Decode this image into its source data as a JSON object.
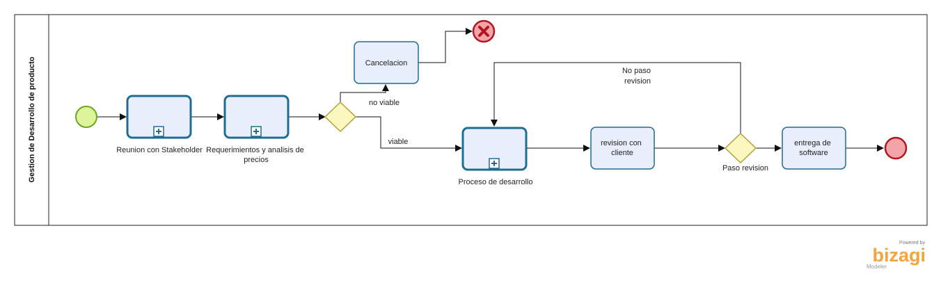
{
  "pool": {
    "label": "Gestion de Desarrollo de producto"
  },
  "tasks": {
    "reunion": "Reunion con Stakeholder",
    "requerimientos": [
      "Requerimientos y analisis de",
      "precios"
    ],
    "cancelacion": "Cancelacion",
    "proceso": "Proceso de desarrollo",
    "revision_cliente": [
      "revision con",
      "cliente"
    ],
    "entrega": [
      "entrega de",
      "software"
    ]
  },
  "gateways": {
    "paso_revision": "Paso revision"
  },
  "flows": {
    "no_viable": "no viable",
    "viable": "viable",
    "no_paso_revision": [
      "No paso",
      "revision"
    ]
  },
  "logo": {
    "powered_by": "Powered by",
    "brand": "bizagi",
    "product": "Modeler"
  },
  "colors": {
    "task_fill": "#e8eefb",
    "task_stroke": "#1f6c93",
    "start_fill": "#ddf59a",
    "start_stroke": "#6aa520",
    "end_fill": "#f2a4a8",
    "end_stroke": "#b2171f",
    "gateway_fill": "#fbf7bf",
    "gateway_stroke": "#a8a33c",
    "brand": "#f4a43a"
  }
}
